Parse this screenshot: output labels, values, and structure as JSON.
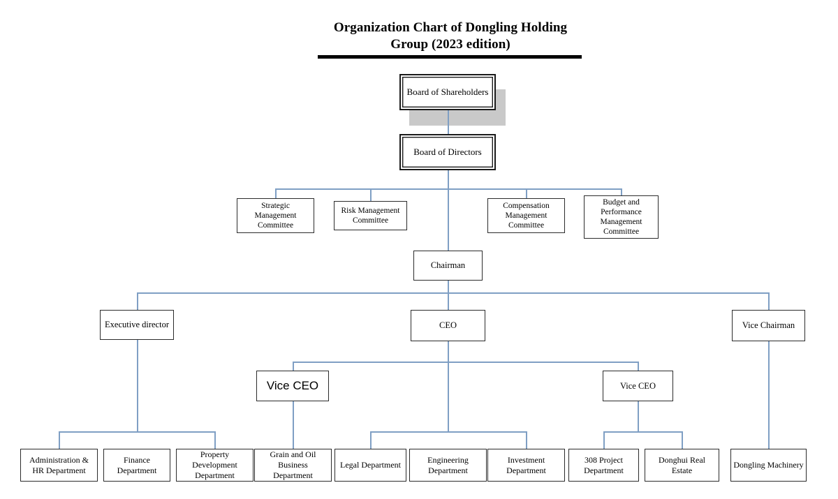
{
  "chart_data": {
    "type": "diagram",
    "title": "Organization Chart of Dongling Holding Group (2023 edition)",
    "subtype": "organization-chart",
    "connector_color": "#7f9fc4",
    "box_border_color": "#2b2b2b",
    "shadow_color": "#c9c9c9",
    "nodes": [
      {
        "id": "shareholders",
        "label": "Board of Shareholders",
        "level": 0
      },
      {
        "id": "directors",
        "label": "Board of Directors",
        "level": 1
      },
      {
        "id": "strategic",
        "label": "Strategic\nManagement\nCommittee",
        "level": 2
      },
      {
        "id": "risk",
        "label": "Risk Management\nCommittee",
        "level": 2
      },
      {
        "id": "compensation",
        "label": "Compensation\nManagement\nCommittee",
        "level": 2
      },
      {
        "id": "budget",
        "label": "Budget and\nPerformance\nManagement\nCommittee",
        "level": 2
      },
      {
        "id": "chairman",
        "label": "Chairman",
        "level": 3
      },
      {
        "id": "exec-director",
        "label": "Executive director",
        "level": 4
      },
      {
        "id": "ceo",
        "label": "CEO",
        "level": 4
      },
      {
        "id": "vice-chairman",
        "label": "Vice Chairman",
        "level": 4
      },
      {
        "id": "vice-ceo-left",
        "label": "Vice CEO",
        "level": 5
      },
      {
        "id": "vice-ceo-right",
        "label": "Vice CEO",
        "level": 5
      },
      {
        "id": "admin-hr",
        "label": "Administration &\nHR Department",
        "level": 6
      },
      {
        "id": "finance",
        "label": "Finance Department",
        "level": 6
      },
      {
        "id": "property",
        "label": "Property\nDevelopment\nDepartment",
        "level": 6
      },
      {
        "id": "grain-oil",
        "label": "Grain and Oil\nBusiness\nDepartment",
        "level": 6
      },
      {
        "id": "legal",
        "label": "Legal Department",
        "level": 6
      },
      {
        "id": "engineering",
        "label": "Engineering\nDepartment",
        "level": 6
      },
      {
        "id": "investment",
        "label": "Investment\nDepartment",
        "level": 6
      },
      {
        "id": "project-308",
        "label": "308 Project\nDepartment",
        "level": 6
      },
      {
        "id": "donghui",
        "label": "Donghui Real Estate",
        "level": 6
      },
      {
        "id": "dongling-machinery",
        "label": "Dongling Machinery",
        "level": 6
      }
    ],
    "edges": [
      {
        "from": "shareholders",
        "to": "directors"
      },
      {
        "from": "directors",
        "to": "strategic"
      },
      {
        "from": "directors",
        "to": "risk"
      },
      {
        "from": "directors",
        "to": "compensation"
      },
      {
        "from": "directors",
        "to": "budget"
      },
      {
        "from": "directors",
        "to": "chairman"
      },
      {
        "from": "chairman",
        "to": "exec-director"
      },
      {
        "from": "chairman",
        "to": "ceo"
      },
      {
        "from": "chairman",
        "to": "vice-chairman"
      },
      {
        "from": "exec-director",
        "to": "admin-hr"
      },
      {
        "from": "exec-director",
        "to": "finance"
      },
      {
        "from": "exec-director",
        "to": "property"
      },
      {
        "from": "ceo",
        "to": "vice-ceo-left"
      },
      {
        "from": "ceo",
        "to": "vice-ceo-right"
      },
      {
        "from": "ceo",
        "to": "legal"
      },
      {
        "from": "ceo",
        "to": "engineering"
      },
      {
        "from": "ceo",
        "to": "investment"
      },
      {
        "from": "vice-ceo-left",
        "to": "grain-oil"
      },
      {
        "from": "vice-ceo-right",
        "to": "project-308"
      },
      {
        "from": "vice-ceo-right",
        "to": "donghui"
      },
      {
        "from": "vice-chairman",
        "to": "dongling-machinery"
      }
    ]
  },
  "title": {
    "line1": "Organization Chart of Dongling Holding",
    "line2": "Group (2023 edition)"
  },
  "nodes": {
    "shareholders": "Board of Shareholders",
    "directors": "Board of Directors",
    "strategic": "Strategic\nManagement\nCommittee",
    "risk": "Risk Management\nCommittee",
    "compensation": "Compensation\nManagement\nCommittee",
    "budget": "Budget and\nPerformance\nManagement\nCommittee",
    "chairman": "Chairman",
    "exec_director": "Executive director",
    "ceo": "CEO",
    "vice_chairman": "Vice Chairman",
    "vice_ceo_left": "Vice CEO",
    "vice_ceo_right": "Vice CEO",
    "admin_hr": "Administration &\nHR Department",
    "finance": "Finance Department",
    "property": "Property\nDevelopment\nDepartment",
    "grain_oil": "Grain and Oil\nBusiness\nDepartment",
    "legal": "Legal Department",
    "engineering": "Engineering\nDepartment",
    "investment": "Investment\nDepartment",
    "project_308": "308 Project\nDepartment",
    "donghui": "Donghui Real Estate",
    "dongling_machinery": "Dongling Machinery"
  }
}
